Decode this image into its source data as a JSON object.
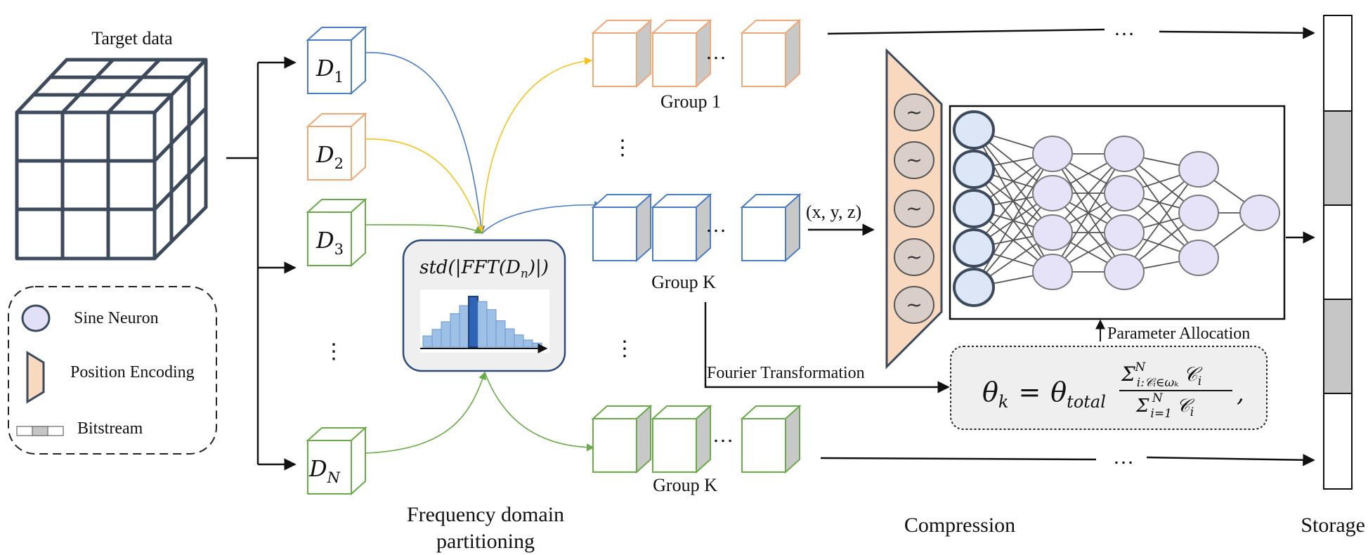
{
  "target": {
    "title": "Target data"
  },
  "legend": {
    "sine_neuron": "Sine Neuron",
    "position_encoding": "Position Encoding",
    "bitstream": "Bitstream"
  },
  "data_blocks": {
    "d1_letter": "D",
    "d1_sub": "1",
    "d2_letter": "D",
    "d2_sub": "2",
    "d3_letter": "D",
    "d3_sub": "3",
    "dn_letter": "D",
    "dn_sub": "N",
    "vdots": "⋮"
  },
  "fft": {
    "formula_prefix": "std(|FFT(",
    "formula_d": "D",
    "formula_sub": "n",
    "formula_suffix": ")|)",
    "histogram_values": [
      0.22,
      0.35,
      0.5,
      0.66,
      0.82,
      1.0,
      0.9,
      0.74,
      0.52,
      0.36,
      0.24,
      0.14,
      0.08
    ],
    "highlight_index": 5
  },
  "groups": {
    "group1": "Group 1",
    "groupk_mid": "Group K",
    "groupk_bottom": "Group K",
    "ellipsis": "…",
    "vdots": "⋮"
  },
  "coords": "(x, y, z)",
  "fourier": "Fourier Transformation",
  "param_alloc": "Parameter Allocation",
  "formula": {
    "theta": "θ",
    "k": "k",
    "eq": "=",
    "total": "total",
    "num_sigma": "Σ",
    "num_N": "N",
    "num_sub": "i:𝒞ᵢ∈ωₖ",
    "num_c": "𝒞",
    "num_i": "i",
    "den_sigma": "Σ",
    "den_N": "N",
    "den_sub": "i=1",
    "den_c": "𝒞",
    "den_i": "i",
    "comma": ","
  },
  "sections": {
    "freq_line1": "Frequency domain",
    "freq_line2": "partitioning",
    "compression": "Compression",
    "storage": "Storage"
  },
  "network": {
    "layers": [
      5,
      4,
      4,
      3,
      1
    ]
  },
  "encoding": {
    "symbols": [
      "~",
      "~",
      "~",
      "~",
      "~"
    ]
  },
  "colors": {
    "dark": "#3d4a5c",
    "blue": "#4a7cc4",
    "orange": "#f0a878",
    "green": "#6aaa4a",
    "yellow": "#f3c21c",
    "neuron_fill": "#e2e0f8",
    "encoding_fill": "#f8d8bf",
    "storage_gray": "#c6c6c6"
  }
}
